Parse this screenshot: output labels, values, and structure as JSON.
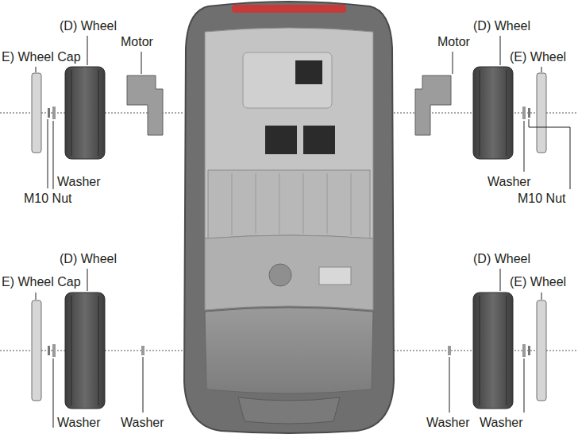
{
  "diagram": {
    "labels": [
      "(D) Wheel",
      "Motor",
      "E) Wheel Cap",
      "Washer",
      "M10 Nut",
      "(D) Wheel",
      "Motor",
      "(E) Wheel",
      "Washer",
      "M10 Nut",
      "(D) Wheel",
      "E) Wheel Cap",
      "Washer",
      "Washer",
      "(D) Wheel",
      "(E) Wheel",
      "Washer",
      "Washer"
    ]
  }
}
